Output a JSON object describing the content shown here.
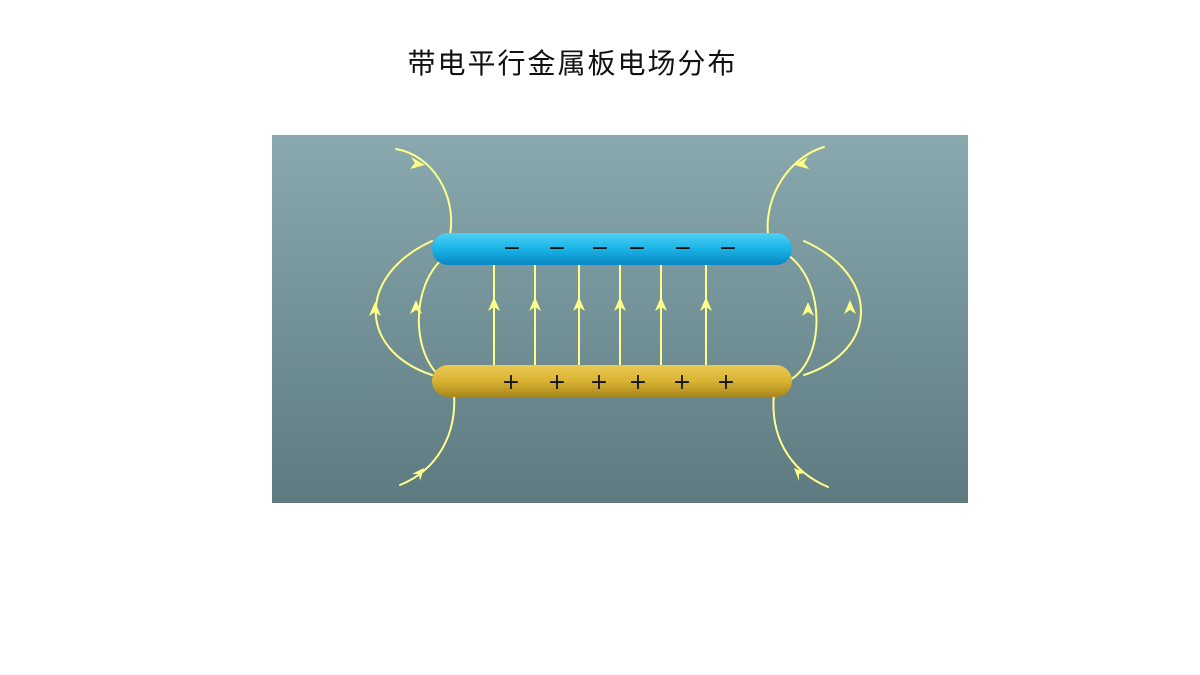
{
  "slide": {
    "title": "带电平行金属板电场分布"
  },
  "diagram": {
    "top_plate": {
      "charge_sign": "−",
      "charge_count": 6,
      "color": "#19b3e6"
    },
    "bottom_plate": {
      "charge_sign": "+",
      "charge_count": 6,
      "color": "#d9b332"
    },
    "background_color": "#6f8f96",
    "field_line_color": "#ffff88",
    "inner_field_lines": 6,
    "fringe_field_lines_per_side": 4
  }
}
